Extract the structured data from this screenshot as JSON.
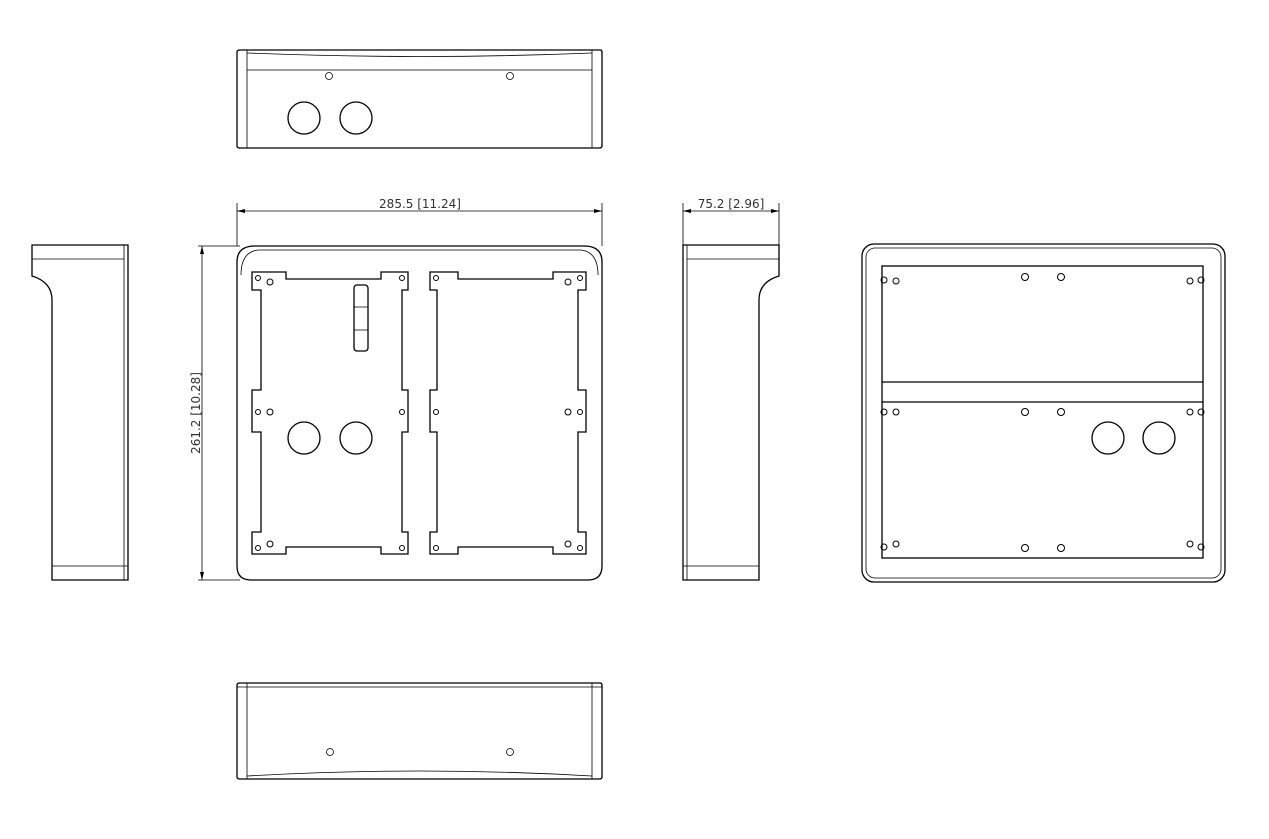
{
  "drawing": {
    "dimensions": {
      "width": "285.5  [11.24]",
      "height": "261.2  [10.28]",
      "depth": "75.2  [2.96]"
    },
    "line_color": "#000000",
    "background": "#ffffff"
  }
}
